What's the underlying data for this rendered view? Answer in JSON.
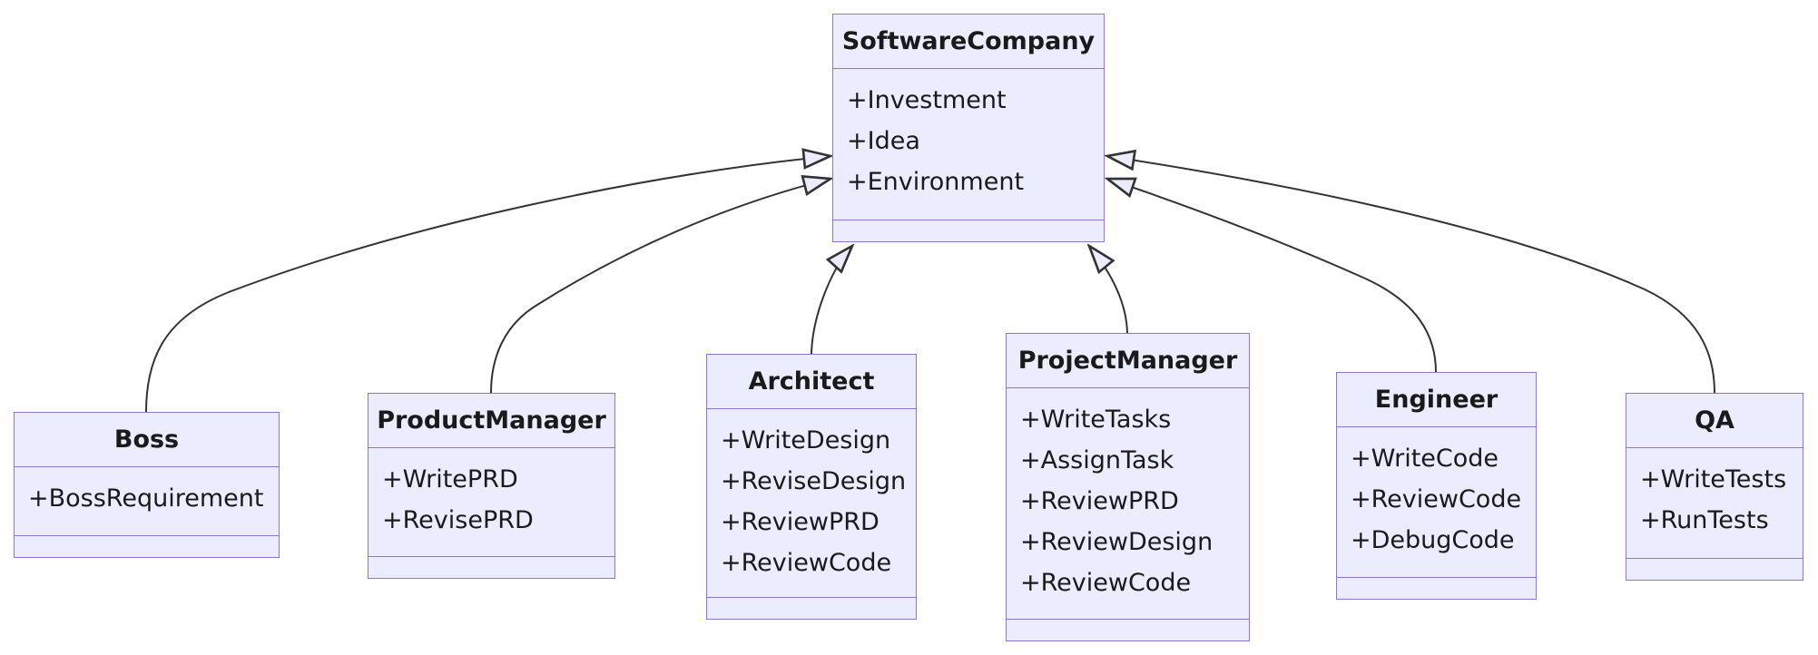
{
  "diagram": {
    "type": "uml-class-diagram",
    "classes": [
      {
        "id": "softwareCompany",
        "title": "SoftwareCompany",
        "attributes": [
          "+Investment",
          "+Idea",
          "+Environment"
        ]
      },
      {
        "id": "boss",
        "title": "Boss",
        "attributes": [
          "+BossRequirement"
        ]
      },
      {
        "id": "productManager",
        "title": "ProductManager",
        "attributes": [
          "+WritePRD",
          "+RevisePRD"
        ]
      },
      {
        "id": "architect",
        "title": "Architect",
        "attributes": [
          "+WriteDesign",
          "+ReviseDesign",
          "+ReviewPRD",
          "+ReviewCode"
        ]
      },
      {
        "id": "projectManager",
        "title": "ProjectManager",
        "attributes": [
          "+WriteTasks",
          "+AssignTask",
          "+ReviewPRD",
          "+ReviewDesign",
          "+ReviewCode"
        ]
      },
      {
        "id": "engineer",
        "title": "Engineer",
        "attributes": [
          "+WriteCode",
          "+ReviewCode",
          "+DebugCode"
        ]
      },
      {
        "id": "qa",
        "title": "QA",
        "attributes": [
          "+WriteTests",
          "+RunTests"
        ]
      }
    ],
    "edges": [
      {
        "from": "Boss",
        "to": "SoftwareCompany",
        "relation": "inheritance"
      },
      {
        "from": "ProductManager",
        "to": "SoftwareCompany",
        "relation": "inheritance"
      },
      {
        "from": "Architect",
        "to": "SoftwareCompany",
        "relation": "inheritance"
      },
      {
        "from": "ProjectManager",
        "to": "SoftwareCompany",
        "relation": "inheritance"
      },
      {
        "from": "Engineer",
        "to": "SoftwareCompany",
        "relation": "inheritance"
      },
      {
        "from": "QA",
        "to": "SoftwareCompany",
        "relation": "inheritance"
      }
    ],
    "colors": {
      "node_fill": "#ECECFF",
      "node_border": "#9370DB",
      "edge_line": "#333333",
      "text": "#1a1a1a",
      "background": "#ffffff"
    }
  }
}
